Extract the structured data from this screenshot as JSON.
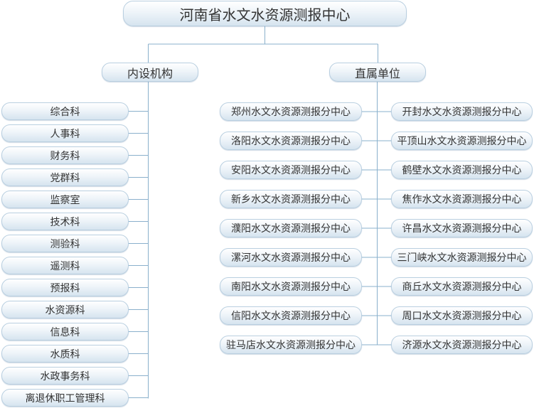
{
  "root": {
    "title": "河南省水文水资源测报中心"
  },
  "internal": {
    "label": "内设机构",
    "departments": [
      "综合科",
      "人事科",
      "财务科",
      "党群科",
      "监察室",
      "技术科",
      "测验科",
      "遥测科",
      "预报科",
      "水资源科",
      "信息科",
      "水质科",
      "水政事务科",
      "离退休职工管理科"
    ]
  },
  "direct": {
    "label": "直属单位",
    "left_units": [
      "郑州水文水资源测报分中心",
      "洛阳水文水资源测报分中心",
      "安阳水文水资源测报分中心",
      "新乡水文水资源测报分中心",
      "濮阳水文水资源测报分中心",
      "漯河水文水资源测报分中心",
      "南阳水文水资源测报分中心",
      "信阳水文水资源测报分中心",
      "驻马店水文水资源测报分中心"
    ],
    "right_units": [
      "开封水文水资源测报分中心",
      "平顶山水文水资源测报分中心",
      "鹤壁水文水资源测报分中心",
      "焦作水文水资源测报分中心",
      "许昌水文水资源测报分中心",
      "三门峡水文水资源测报分中心",
      "商丘水文水资源测报分中心",
      "周口水文水资源测报分中心",
      "济源水文水资源测报分中心"
    ]
  },
  "colors": {
    "line": "#8ab0cc",
    "box_border": "#b9cfe0",
    "box_top": "#ffffff",
    "box_bottom": "#d6e4ef",
    "text": "#333333"
  }
}
